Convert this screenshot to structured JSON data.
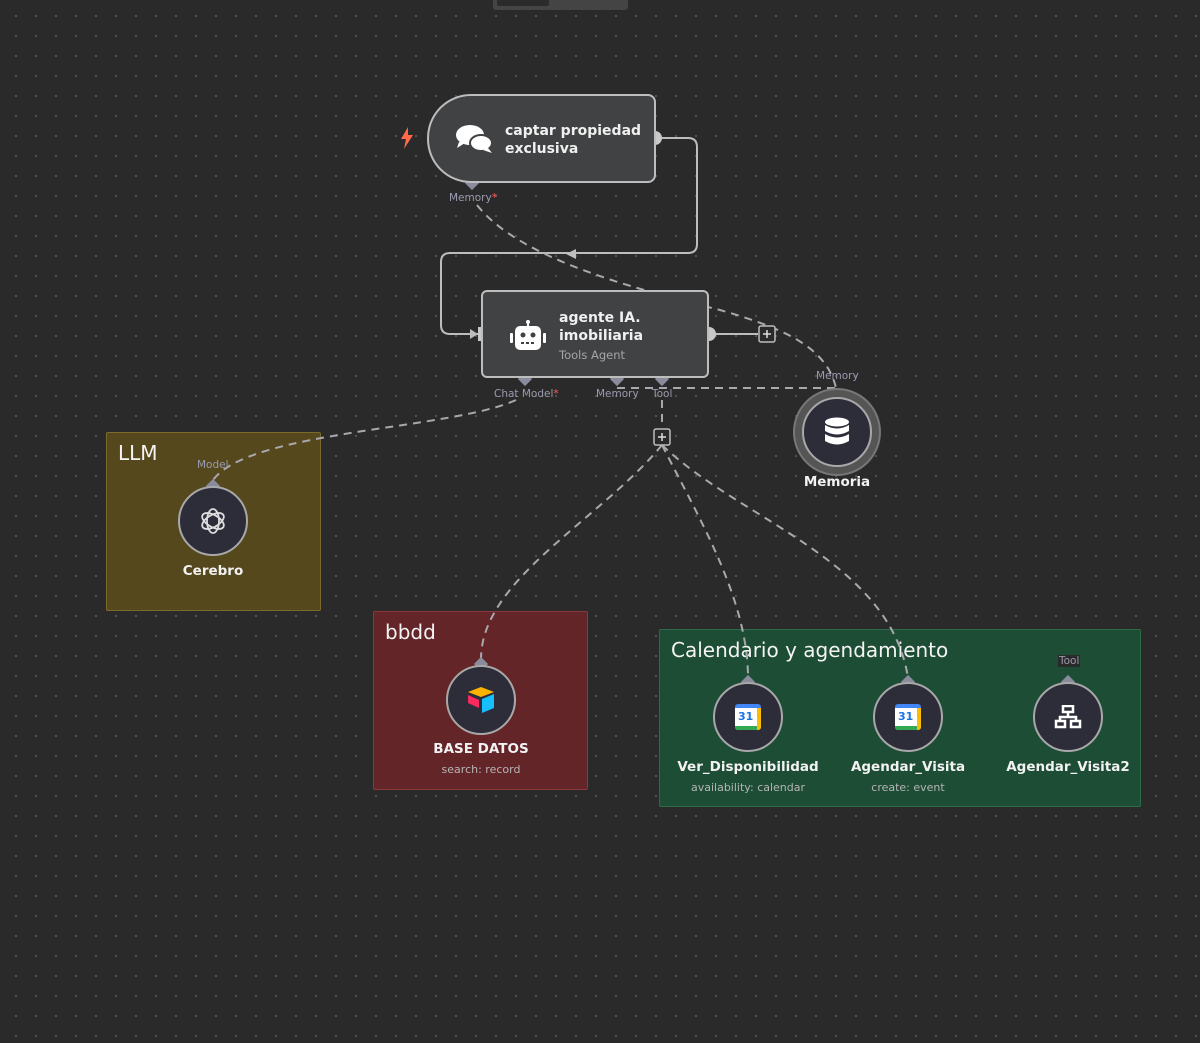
{
  "canvas": {
    "groups": [
      {
        "title": "LLM",
        "color": "#56481d"
      },
      {
        "title": "bbdd",
        "color": "#632528"
      },
      {
        "title": "Calendario y agendamiento",
        "color": "#1d4d34"
      }
    ],
    "trigger": {
      "title_line1": "captar propiedad",
      "title_line2": "exclusiva",
      "port_memory": "Memory",
      "required_mark": "*",
      "icon": "chat-bubbles-icon"
    },
    "agent": {
      "title_line1": "agente IA.",
      "title_line2": "imobiliaria",
      "subtitle": "Tools Agent",
      "port_chat_model": "Chat Model",
      "port_memory": "Memory",
      "port_tool": "Tool",
      "required_mark": "*",
      "icon": "robot-icon"
    },
    "nodes": {
      "cerebro": {
        "label": "Cerebro",
        "port": "Model",
        "icon": "openai-icon"
      },
      "base_datos": {
        "label": "BASE DATOS",
        "subtitle": "search: record",
        "icon": "airtable-icon"
      },
      "memoria": {
        "label": "Memoria",
        "port": "Memory",
        "icon": "database-icon"
      },
      "ver_disponibilidad": {
        "label": "Ver_Disponibilidad",
        "subtitle": "availability: calendar",
        "icon": "google-calendar-icon",
        "cal_day": "31"
      },
      "agendar_visita": {
        "label": "Agendar_Visita",
        "subtitle": "create: event",
        "icon": "google-calendar-icon",
        "cal_day": "31"
      },
      "agendar_visita2": {
        "label": "Agendar_Visita2",
        "port": "Tool",
        "icon": "workflow-icon"
      }
    }
  }
}
